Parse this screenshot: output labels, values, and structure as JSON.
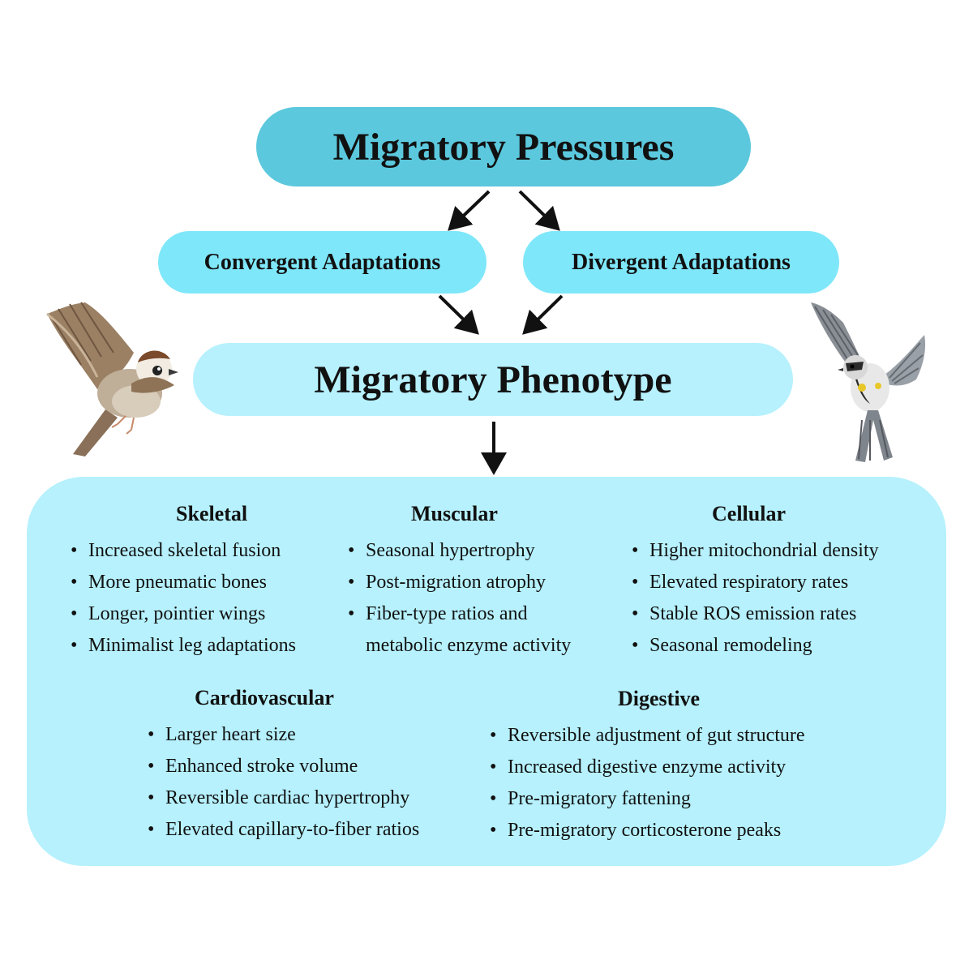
{
  "nodes": {
    "pressures": "Migratory Pressures",
    "convergent": "Convergent Adaptations",
    "divergent": "Divergent Adaptations",
    "phenotype": "Migratory Phenotype"
  },
  "groups": {
    "skeletal": {
      "title": "Skeletal",
      "items": [
        "Increased skeletal fusion",
        "More pneumatic bones",
        "Longer, pointier wings",
        "Minimalist leg adaptations"
      ]
    },
    "muscular": {
      "title": "Muscular",
      "items": [
        "Seasonal hypertrophy",
        "Post-migration atrophy",
        "Fiber-type ratios and",
        "metabolic enzyme activity"
      ]
    },
    "cellular": {
      "title": "Cellular",
      "items": [
        "Higher mitochondrial density",
        "Elevated respiratory rates",
        "Stable ROS emission rates",
        "Seasonal remodeling"
      ]
    },
    "cardiovascular": {
      "title": "Cardiovascular",
      "items": [
        "Larger heart size",
        "Enhanced stroke volume",
        "Reversible cardiac hypertrophy",
        "Elevated capillary-to-fiber ratios"
      ]
    },
    "digestive": {
      "title": "Digestive",
      "items": [
        "Reversible adjustment of gut structure",
        "Increased digestive enzyme activity",
        "Pre-migratory fattening",
        "Pre-migratory corticosterone peaks"
      ]
    }
  },
  "colors": {
    "pressures": "#5bc8dd",
    "adaptations": "#7fe7fa",
    "phenotype": "#b6f1fd",
    "arrow": "#111111"
  },
  "images": {
    "left_bird": "sparrow-photo",
    "right_bird": "warbler-photo"
  }
}
